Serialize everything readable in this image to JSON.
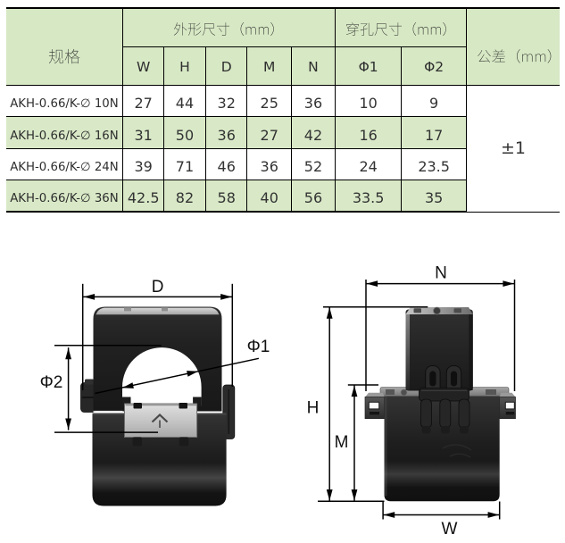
{
  "table": {
    "header": {
      "spec": "规格",
      "outer_group": "外形尺寸（mm）",
      "hole_group": "穿孔尺寸（mm）",
      "tolerance": "公差（mm）",
      "dim_cols": [
        "W",
        "H",
        "D",
        "M",
        "N"
      ],
      "hole_cols": [
        "Φ1",
        "Φ2"
      ]
    },
    "rows": [
      {
        "model": "AKH-0.66/K-∅ 10N",
        "w": "27",
        "h": "44",
        "d": "32",
        "m": "25",
        "n": "36",
        "phi1": "10",
        "phi2": "9"
      },
      {
        "model": "AKH-0.66/K-∅ 16N",
        "w": "31",
        "h": "50",
        "d": "36",
        "m": "27",
        "n": "42",
        "phi1": "16",
        "phi2": "17"
      },
      {
        "model": "AKH-0.66/K-∅ 24N",
        "w": "39",
        "h": "71",
        "d": "46",
        "m": "36",
        "n": "52",
        "phi1": "24",
        "phi2": "23.5"
      },
      {
        "model": "AKH-0.66/K-∅ 36N",
        "w": "42.5",
        "h": "82",
        "d": "58",
        "m": "40",
        "n": "56",
        "phi1": "33.5",
        "phi2": "35"
      }
    ],
    "tolerance_value": "±1"
  },
  "figures": {
    "front_view": {
      "labels": {
        "d": "D",
        "phi1": "Φ1",
        "phi2": "Φ2"
      }
    },
    "side_view": {
      "labels": {
        "n": "N",
        "h": "H",
        "m": "M",
        "w": "W"
      }
    }
  },
  "colors": {
    "header_green": "#d7e8c4",
    "stripe_green": "#d9e9c7",
    "border_black": "#000000",
    "body_black": "#1d1d1d"
  }
}
